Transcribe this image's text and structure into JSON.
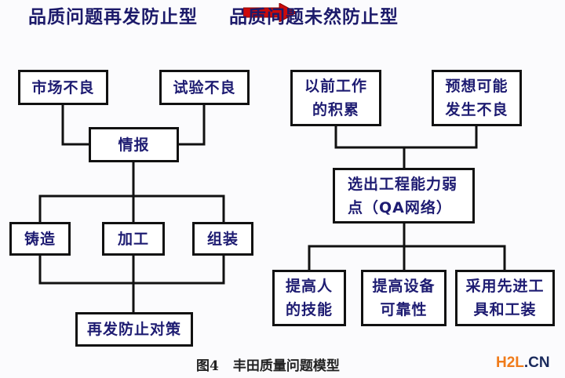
{
  "header": {
    "left_title": "品质问题再发防止型",
    "right_title": "品质问题未然防止型",
    "arrow_icon": "right-arrow-icon",
    "arrow_color": "#cc0a0a"
  },
  "left_diagram": {
    "top_boxes": [
      "市场不良",
      "试验不良"
    ],
    "info_box": "情报",
    "process_boxes": [
      "铸造",
      "加工",
      "组装"
    ],
    "result_box": "再发防止对策"
  },
  "right_diagram": {
    "top_boxes": [
      "以前工作\n的积累",
      "预想可能\n发生不良"
    ],
    "middle_box": "选出工程能力弱\n点（QA网络）",
    "bottom_boxes": [
      "提高人\n的技能",
      "提高设备\n可靠性",
      "采用先进工\n具和工装"
    ]
  },
  "caption": {
    "figure_number": "图4",
    "text": "丰田质量问题模型"
  },
  "watermark": {
    "part_a": "H2L",
    "part_b": ".CN",
    "color_a": "#f07b1a",
    "color_b": "#1a2a5c"
  }
}
